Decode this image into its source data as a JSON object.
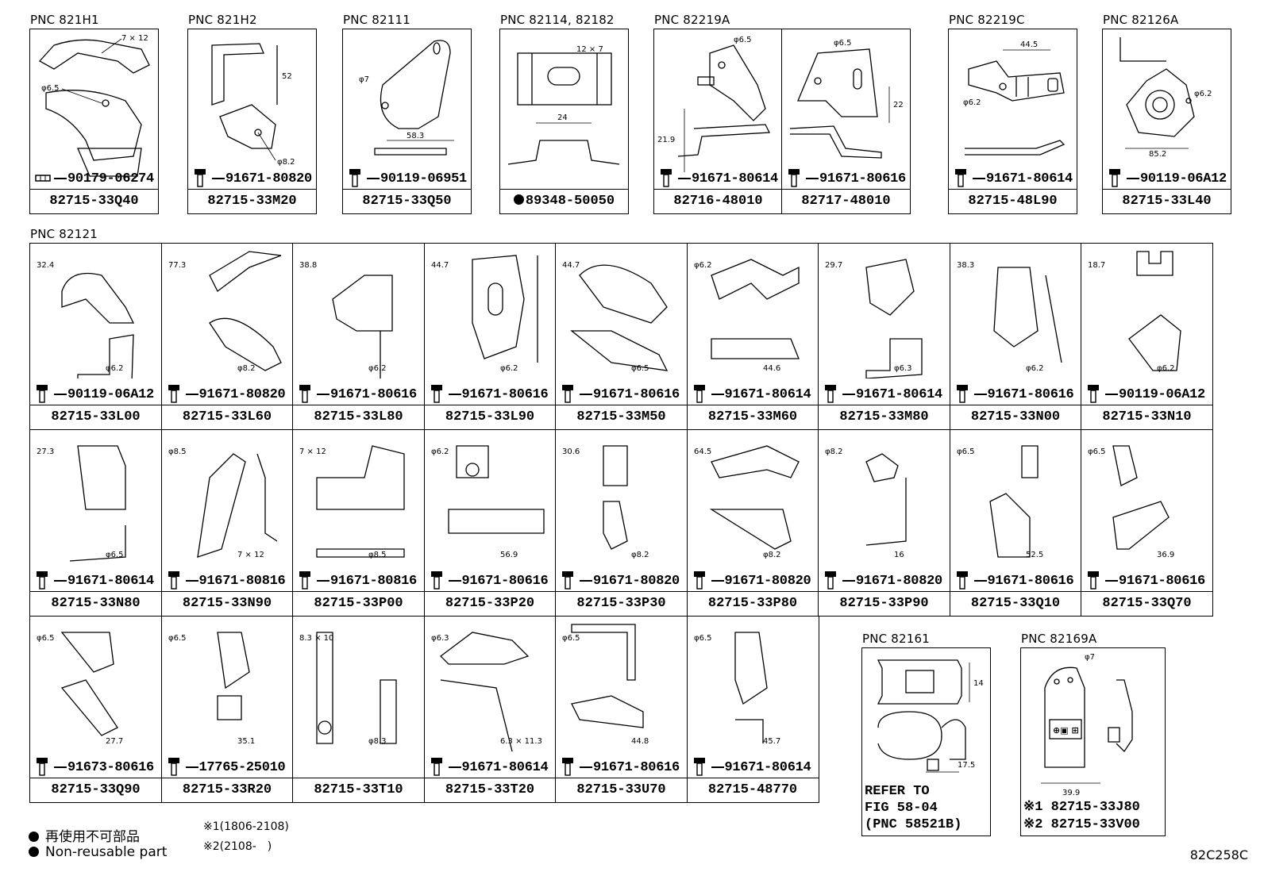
{
  "top_row": [
    {
      "pnc": "PNC 821H1",
      "parts": [
        {
          "fastener": "90179-06274",
          "fastener_type": "nut",
          "part_no": "82715-33Q40",
          "dims": [
            "7 × 12",
            "φ6.5"
          ]
        }
      ]
    },
    {
      "pnc": "PNC 821H2",
      "parts": [
        {
          "fastener": "91671-80820",
          "fastener_type": "bolt",
          "part_no": "82715-33M20",
          "dims": [
            "52",
            "φ8.2"
          ]
        }
      ]
    },
    {
      "pnc": "PNC 82111",
      "parts": [
        {
          "fastener": "90119-06951",
          "fastener_type": "bolt",
          "part_no": "82715-33Q50",
          "dims": [
            "φ7",
            "58.3"
          ]
        }
      ]
    },
    {
      "pnc": "PNC 82114, 82182",
      "parts": [
        {
          "fastener": "",
          "fastener_type": "none",
          "part_no": "89348-50050",
          "non_reusable": true,
          "dims": [
            "12 × 7",
            "24"
          ]
        }
      ]
    },
    {
      "pnc": "PNC 82219A",
      "parts": [
        {
          "fastener": "91671-80614",
          "fastener_type": "bolt",
          "part_no": "82716-48010",
          "dims": [
            "φ6.5",
            "21.9"
          ]
        },
        {
          "fastener": "91671-80616",
          "fastener_type": "bolt",
          "part_no": "82717-48010",
          "dims": [
            "φ6.5",
            "22"
          ]
        }
      ]
    },
    {
      "pnc": "PNC 82219C",
      "parts": [
        {
          "fastener": "91671-80614",
          "fastener_type": "bolt",
          "part_no": "82715-48L90",
          "dims": [
            "44.5",
            "φ6.2"
          ]
        }
      ]
    },
    {
      "pnc": "PNC 82126A",
      "parts": [
        {
          "fastener": "90119-06A12",
          "fastener_type": "bolt",
          "part_no": "82715-33L40",
          "dims": [
            "φ6.2",
            "85.2"
          ]
        }
      ]
    }
  ],
  "grid_pnc": "PNC 82121",
  "grid": [
    [
      {
        "fastener": "90119-06A12",
        "part_no": "82715-33L00",
        "dims": [
          "32.4",
          "φ6.2"
        ]
      },
      {
        "fastener": "91671-80820",
        "part_no": "82715-33L60",
        "dims": [
          "77.3",
          "φ8.2"
        ]
      },
      {
        "fastener": "91671-80616",
        "part_no": "82715-33L80",
        "dims": [
          "38.8",
          "φ6.2"
        ]
      },
      {
        "fastener": "91671-80616",
        "part_no": "82715-33L90",
        "dims": [
          "44.7",
          "φ6.2"
        ]
      },
      {
        "fastener": "91671-80616",
        "part_no": "82715-33M50",
        "dims": [
          "44.7",
          "φ6.5"
        ]
      },
      {
        "fastener": "91671-80614",
        "part_no": "82715-33M60",
        "dims": [
          "φ6.2",
          "44.6"
        ]
      },
      {
        "fastener": "91671-80614",
        "part_no": "82715-33M80",
        "dims": [
          "29.7",
          "φ6.3"
        ]
      },
      {
        "fastener": "91671-80616",
        "part_no": "82715-33N00",
        "dims": [
          "38.3",
          "φ6.2"
        ]
      },
      {
        "fastener": "90119-06A12",
        "part_no": "82715-33N10",
        "dims": [
          "18.7",
          "φ6.2"
        ]
      }
    ],
    [
      {
        "fastener": "91671-80614",
        "part_no": "82715-33N80",
        "dims": [
          "27.3",
          "φ6.5"
        ]
      },
      {
        "fastener": "91671-80816",
        "part_no": "82715-33N90",
        "dims": [
          "φ8.5",
          "7 × 12"
        ]
      },
      {
        "fastener": "91671-80816",
        "part_no": "82715-33P00",
        "dims": [
          "7 × 12",
          "φ8.5"
        ]
      },
      {
        "fastener": "91671-80616",
        "part_no": "82715-33P20",
        "dims": [
          "φ6.2",
          "56.9"
        ]
      },
      {
        "fastener": "91671-80820",
        "part_no": "82715-33P30",
        "dims": [
          "30.6",
          "φ8.2"
        ]
      },
      {
        "fastener": "91671-80820",
        "part_no": "82715-33P80",
        "dims": [
          "64.5",
          "φ8.2"
        ]
      },
      {
        "fastener": "91671-80820",
        "part_no": "82715-33P90",
        "dims": [
          "φ8.2",
          "16"
        ]
      },
      {
        "fastener": "91671-80616",
        "part_no": "82715-33Q10",
        "dims": [
          "φ6.5",
          "52.5"
        ]
      },
      {
        "fastener": "91671-80616",
        "part_no": "82715-33Q70",
        "dims": [
          "φ6.5",
          "36.9"
        ]
      }
    ],
    [
      {
        "fastener": "91673-80616",
        "part_no": "82715-33Q90",
        "dims": [
          "φ6.5",
          "27.7"
        ]
      },
      {
        "fastener": "17765-25010",
        "part_no": "82715-33R20",
        "dims": [
          "φ6.5",
          "35.1"
        ]
      },
      {
        "fastener": "",
        "part_no": "82715-33T10",
        "dims": [
          "8.3 × 10",
          "φ8.3"
        ]
      },
      {
        "fastener": "91671-80614",
        "part_no": "82715-33T20",
        "dims": [
          "φ6.3",
          "6.3 × 11.3"
        ]
      },
      {
        "fastener": "91671-80616",
        "part_no": "82715-33U70",
        "dims": [
          "φ6.5",
          "44.8"
        ]
      },
      {
        "fastener": "91671-80614",
        "part_no": "82715-48770",
        "dims": [
          "φ6.5",
          "45.7"
        ]
      }
    ]
  ],
  "pnc_82161": {
    "pnc": "PNC 82161",
    "dims": [
      "14",
      "17.5"
    ],
    "refer_text": "REFER TO\nFIG 58-04\n(PNC 58521B)"
  },
  "pnc_82169a": {
    "pnc": "PNC 82169A",
    "dims": [
      "φ7",
      "39.9"
    ],
    "variants": [
      "※1 82715-33J80",
      "※2 82715-33V00"
    ]
  },
  "legend": {
    "jp": "再使用不可部品",
    "en": "Non-reusable part"
  },
  "notes": [
    "※1(1806-2108)",
    "※2(2108-　)"
  ],
  "figure_code": "82C258C"
}
